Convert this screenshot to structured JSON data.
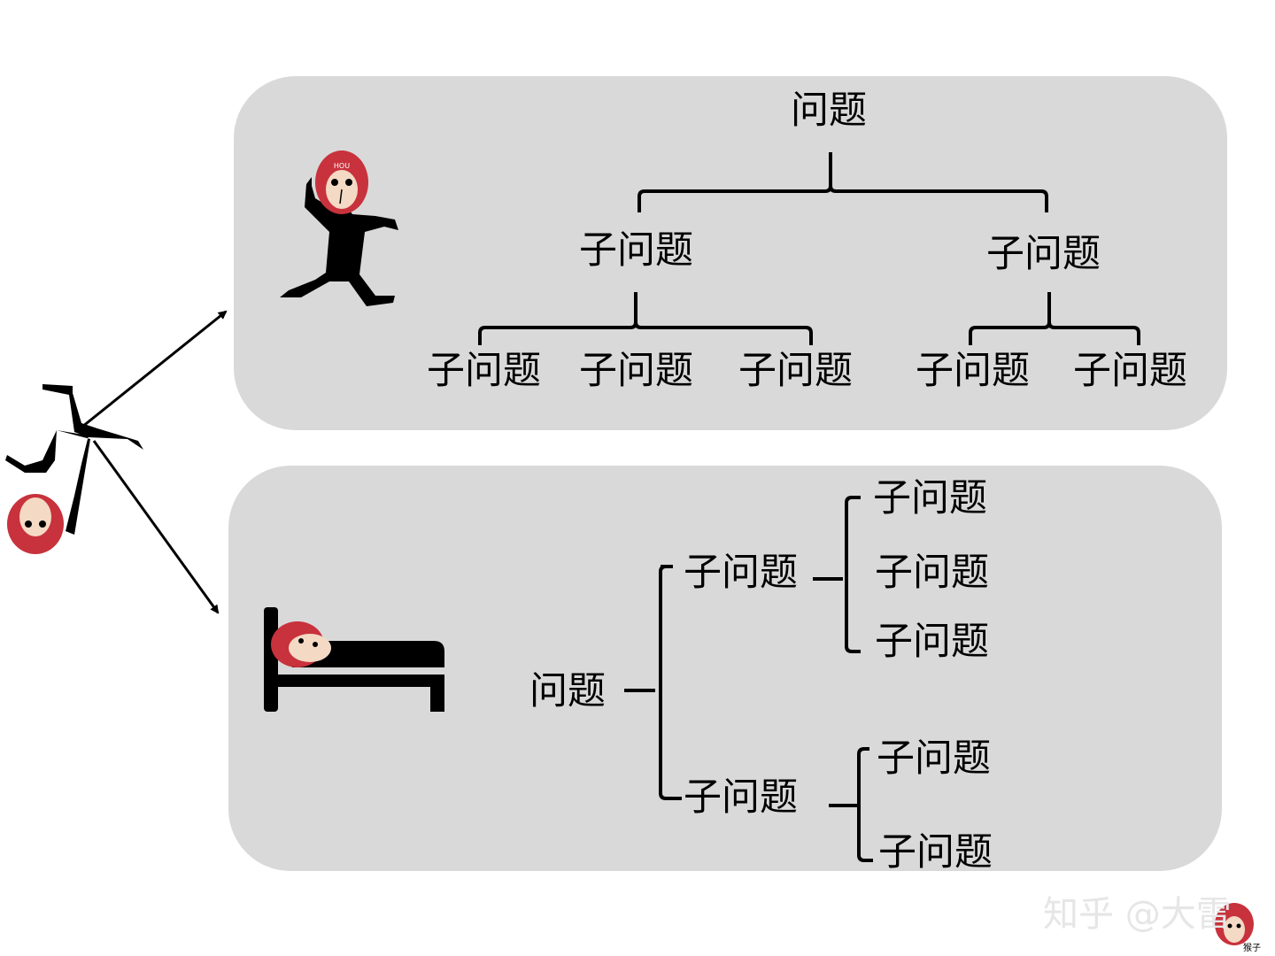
{
  "top_tree": {
    "root": "问题",
    "level1": [
      "子问题",
      "子问题"
    ],
    "level2_left": [
      "子问题",
      "子问题",
      "子问题"
    ],
    "level2_right": [
      "子问题",
      "子问题"
    ]
  },
  "bottom_tree": {
    "root": "问题",
    "branches": [
      {
        "label": "子问题",
        "children": [
          "子问题",
          "子问题",
          "子问题"
        ]
      },
      {
        "label": "子问题",
        "children": [
          "子问题",
          "子问题"
        ]
      }
    ]
  },
  "characters": {
    "head_tag": "HOU",
    "colors": {
      "hair": "#c8323c",
      "face": "#f4d9c4",
      "body": "#000000"
    }
  },
  "watermark": "知乎 @大雷",
  "badge": "猴子",
  "colors": {
    "panel": "#d9d9d9",
    "line": "#000000"
  }
}
